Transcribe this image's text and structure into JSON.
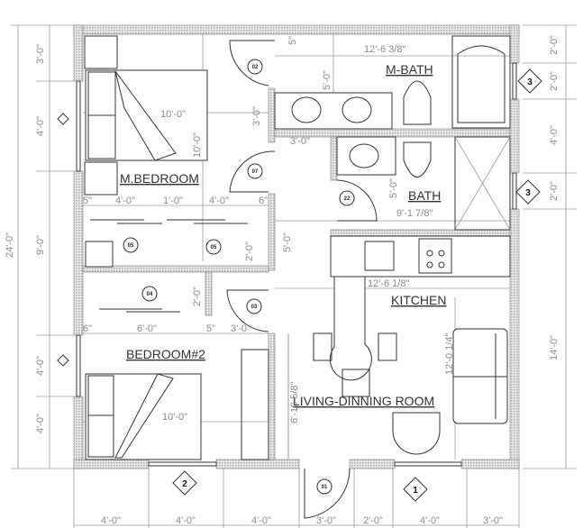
{
  "rooms": {
    "master_bedroom": "M.BEDROOM",
    "master_bath": "M-BATH",
    "bath": "BATH",
    "kitchen": "KITCHEN",
    "bedroom2": "BEDROOM#2",
    "living": "LIVING-DINNING ROOM"
  },
  "dims_left": [
    "3'-0\"",
    "4'-0\"",
    "9'-0\"",
    "4'-0\"",
    "4'-0\"",
    "24'-0\""
  ],
  "dims_right": [
    "2'-0\"",
    "2'-0\"",
    "4'-0\"",
    "2'-0\"",
    "14'-0\""
  ],
  "dims_bottom": [
    "4'-0\"",
    "4'-0\"",
    "4'-0\"",
    "3'-0\"",
    "2'-0\"",
    "4'-0\"",
    "3'-0\""
  ],
  "dims_interior": {
    "mbed_width": "10'-0\"",
    "mbed_depth": "10'-0\"",
    "mbath_width": "12'-6 3/8\"",
    "mbath_depth": "5'-0\"",
    "mbath_small": "5\"",
    "hall_3": "3'-0\"",
    "hall_3b": "3'-0\"",
    "bath_width": "9'-1 7/8\"",
    "bath_depth": "5'-0\"",
    "closet_a": "5\"",
    "closet_b": "4'-0\"",
    "closet_c": "1'-0\"",
    "closet_d": "4'-0\"",
    "closet_e": "6\"",
    "closet_depth": "2'-0\"",
    "hall_5": "5'-0\"",
    "kitchen_width": "12'-6 1/8\"",
    "kitchen_depth": "12'-0 1/4\"",
    "closet2_a": "6\"",
    "closet2_b": "6'-0\"",
    "closet2_c": "5\"",
    "closet2_d": "3'-0\"",
    "closet2_depth": "2'-0\"",
    "bed2_width": "10'-0\"",
    "living_depth": "6'-10 5/8\""
  },
  "door_tags": [
    "02",
    "07",
    "05",
    "05",
    "04",
    "03",
    "01",
    "22"
  ],
  "window_tags": [
    "3",
    "3",
    "2",
    "1"
  ]
}
